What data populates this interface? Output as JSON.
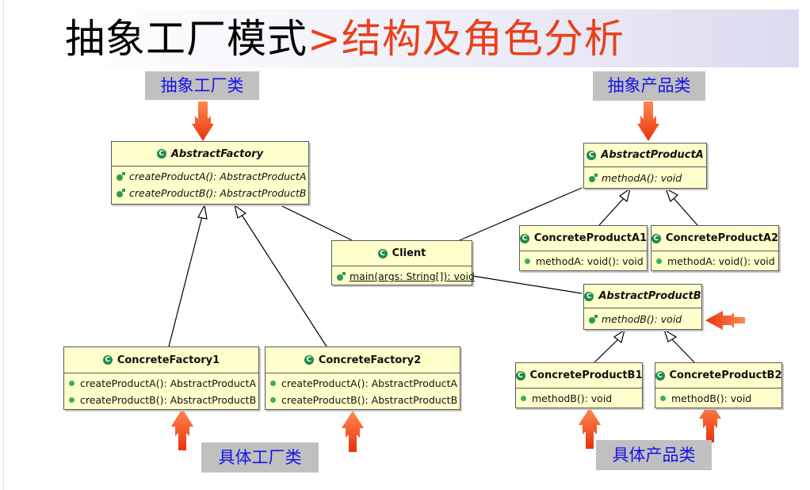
{
  "title": {
    "main": "抽象工厂模式",
    "separator": ">",
    "sub": "结构及角色分析"
  },
  "labels": {
    "abstract_factory": "抽象工厂类",
    "abstract_product": "抽象产品类",
    "concrete_factory": "具体工厂类",
    "concrete_product": "具体产品类"
  },
  "classes": {
    "abstract_factory": {
      "name": "AbstractFactory",
      "ops": [
        "createProductA(): AbstractProductA",
        "createProductB(): AbstractProductB"
      ]
    },
    "client": {
      "name": "Client",
      "ops": [
        "main(args: String[]): void"
      ]
    },
    "concrete_factory1": {
      "name": "ConcreteFactory1",
      "ops": [
        "createProductA(): AbstractProductA",
        "createProductB(): AbstractProductB"
      ]
    },
    "concrete_factory2": {
      "name": "ConcreteFactory2",
      "ops": [
        "createProductA(): AbstractProductA",
        "createProductB(): AbstractProductB"
      ]
    },
    "abstract_product_a": {
      "name": "AbstractProductA",
      "ops": [
        "methodA(): void"
      ]
    },
    "concrete_product_a1": {
      "name": "ConcreteProductA1",
      "ops": [
        "methodA: void(): void"
      ]
    },
    "concrete_product_a2": {
      "name": "ConcreteProductA2",
      "ops": [
        "methodA: void(): void"
      ]
    },
    "abstract_product_b": {
      "name": "AbstractProductB",
      "ops": [
        "methodB(): void"
      ]
    },
    "concrete_product_b1": {
      "name": "ConcreteProductB1",
      "ops": [
        "methodB(): void"
      ]
    },
    "concrete_product_b2": {
      "name": "ConcreteProductB2",
      "ops": [
        "methodB(): void"
      ]
    }
  },
  "colors": {
    "class_fill": "#ffffcc",
    "label_bg": "#c0c0c0",
    "label_text": "#1414e6",
    "arrow": "#ff5a1e",
    "title_accent": "#e8411b"
  }
}
